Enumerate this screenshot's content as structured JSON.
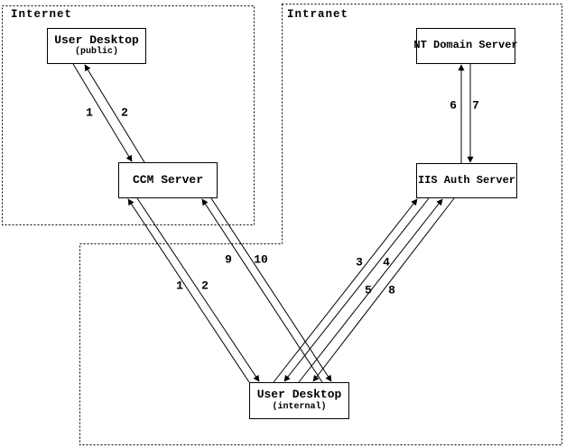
{
  "diagram": {
    "regions": {
      "internet": {
        "label": "Internet"
      },
      "intranet": {
        "label": "Intranet"
      }
    },
    "nodes": {
      "user_desktop_public": {
        "title": "User Desktop",
        "subtitle": "(public)"
      },
      "ccm_server": {
        "title": "CCM Server"
      },
      "nt_domain_server": {
        "title": "NT Domain Server"
      },
      "iis_auth_server": {
        "title": "IIS Auth Server"
      },
      "user_desktop_internal": {
        "title": "User Desktop",
        "subtitle": "(internal)"
      }
    },
    "flows": [
      {
        "label": "1",
        "from": "user-desktop-public",
        "to": "ccm-server"
      },
      {
        "label": "2",
        "from": "ccm-server",
        "to": "user-desktop-public"
      },
      {
        "label": "1",
        "from": "user-desktop-internal",
        "to": "ccm-server"
      },
      {
        "label": "2",
        "from": "ccm-server",
        "to": "user-desktop-internal"
      },
      {
        "label": "9",
        "from": "user-desktop-internal",
        "to": "ccm-server"
      },
      {
        "label": "10",
        "from": "ccm-server",
        "to": "user-desktop-internal"
      },
      {
        "label": "3",
        "from": "user-desktop-internal",
        "to": "iis-auth-server"
      },
      {
        "label": "4",
        "from": "iis-auth-server",
        "to": "user-desktop-internal"
      },
      {
        "label": "5",
        "from": "user-desktop-internal",
        "to": "iis-auth-server"
      },
      {
        "label": "8",
        "from": "iis-auth-server",
        "to": "user-desktop-internal"
      },
      {
        "label": "6",
        "from": "iis-auth-server",
        "to": "nt-domain-server"
      },
      {
        "label": "7",
        "from": "nt-domain-server",
        "to": "iis-auth-server"
      }
    ],
    "colors": {
      "line": "#000000",
      "background": "#ffffff"
    }
  }
}
